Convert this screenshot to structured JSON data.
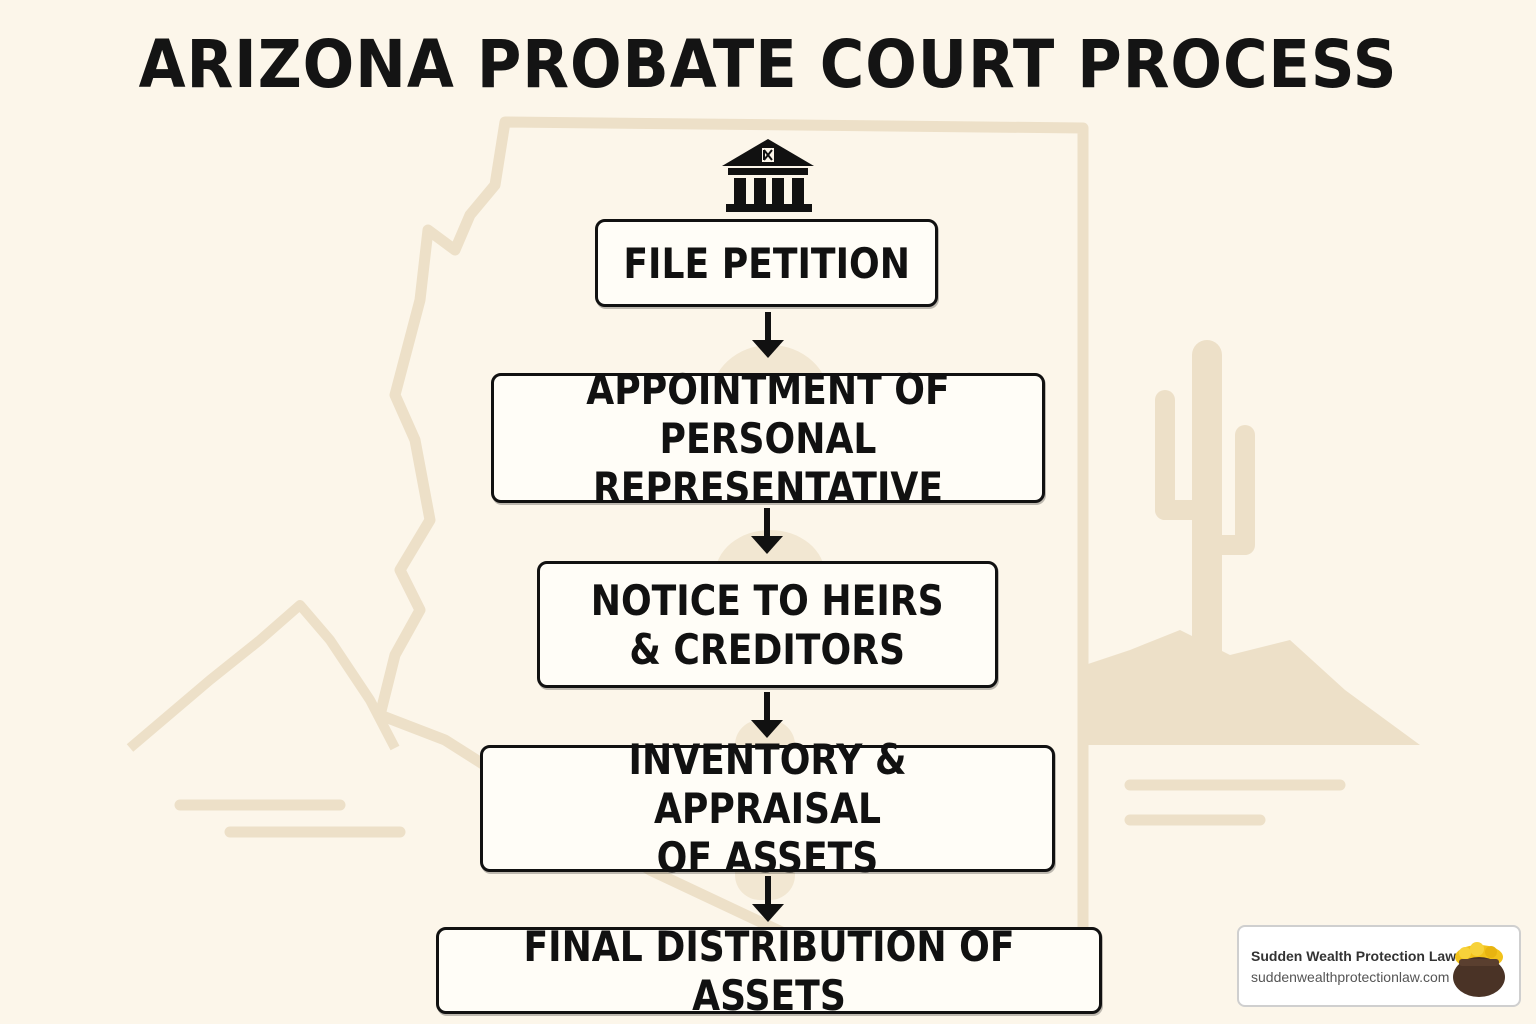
{
  "title": "ARIZONA PROBATE COURT PROCESS",
  "icons": {
    "courthouse": "courthouse-icon",
    "arrow": "arrow-down-icon",
    "logo": "pot-of-gold-icon"
  },
  "steps": [
    {
      "label": "FILE PETITION"
    },
    {
      "label": "APPOINTMENT OF PERSONAL\nREPRESENTATIVE"
    },
    {
      "label": "NOTICE TO HEIRS\n& CREDITORS"
    },
    {
      "label": "INVENTORY & APPRAISAL\nOF ASSETS"
    },
    {
      "label": "FINAL DISTRIBUTION OF ASSETS"
    }
  ],
  "badge": {
    "name": "Sudden Wealth Protection Law.",
    "url": "suddenwealthprotectionlaw.com"
  },
  "colors": {
    "background": "#fcf6ea",
    "watermark": "#eee0c6",
    "ink": "#111111",
    "box_fill": "#fffdf7",
    "gold": "#f2c21a",
    "pot": "#4a3326"
  }
}
